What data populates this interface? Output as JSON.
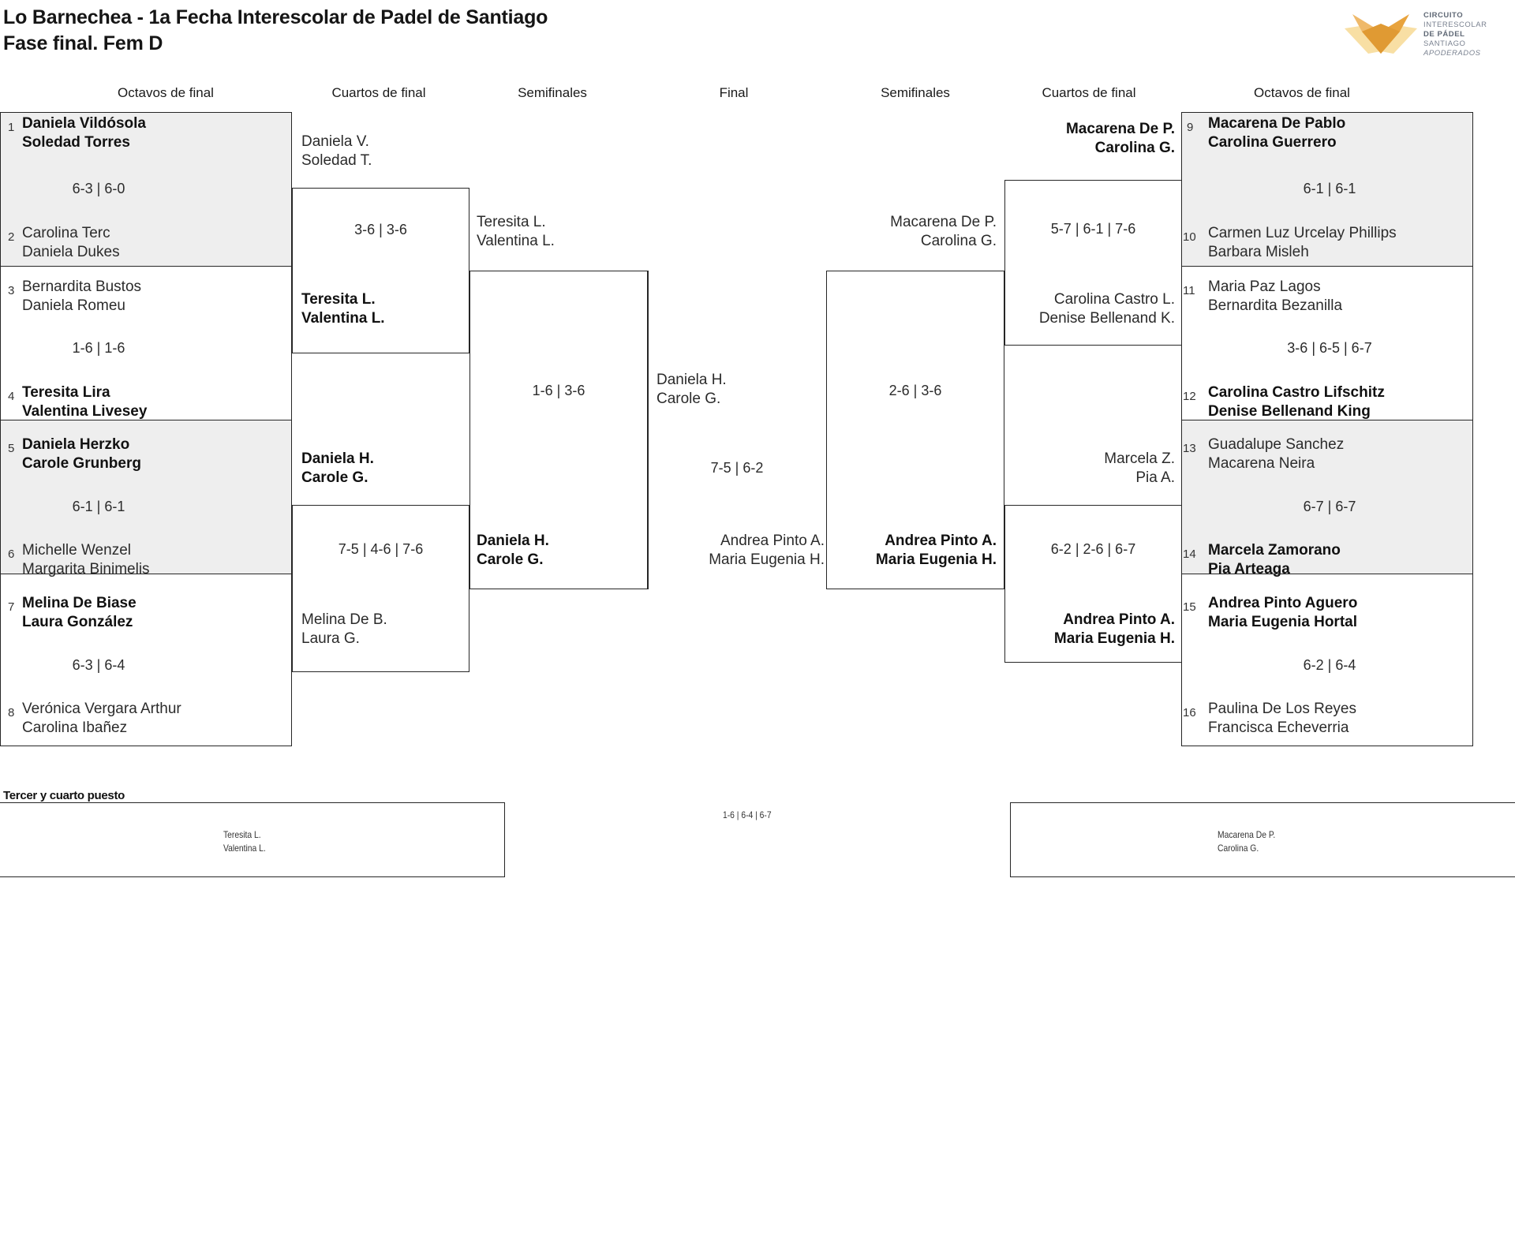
{
  "header": {
    "title_line1": "Lo Barnechea - 1a Fecha Interescolar de Padel de Santiago",
    "title_line2": "Fase final. Fem D",
    "logo": {
      "line1": "CIRCUITO",
      "line2": "INTERESCOLAR",
      "line3": "DE PÁDEL",
      "line4": "SANTIAGO",
      "line5": "APODERADOS",
      "mark_color_dark": "#e8a33d",
      "mark_color_mid": "#efb96a",
      "mark_color_light": "#f8dfa4"
    }
  },
  "colors": {
    "shade": "#eeeeee",
    "line": "#262626",
    "text": "#1a1a1a"
  },
  "rounds": {
    "left_r16": "Octavos de final",
    "left_qf": "Cuartos de final",
    "left_sf": "Semifinales",
    "final": "Final",
    "right_sf": "Semifinales",
    "right_qf": "Cuartos de final",
    "right_r16": "Octavos de final"
  },
  "left_r16": [
    {
      "seed": "1",
      "p1": "Daniela Vildósola",
      "p2": "Soledad Torres",
      "winner": true
    },
    {
      "seed": "2",
      "p1": "Carolina Terc",
      "p2": "Daniela Dukes",
      "winner": false
    },
    {
      "seed": "3",
      "p1": "Bernardita Bustos",
      "p2": "Daniela Romeu",
      "winner": false
    },
    {
      "seed": "4",
      "p1": "Teresita Lira",
      "p2": "Valentina Livesey",
      "winner": true
    },
    {
      "seed": "5",
      "p1": "Daniela Herzko",
      "p2": "Carole Grunberg",
      "winner": true
    },
    {
      "seed": "6",
      "p1": "Michelle Wenzel",
      "p2": "Margarita Binimelis",
      "winner": false
    },
    {
      "seed": "7",
      "p1": "Melina De Biase",
      "p2": "Laura González",
      "winner": true
    },
    {
      "seed": "8",
      "p1": "Verónica Vergara Arthur",
      "p2": "Carolina Ibañez",
      "winner": false
    }
  ],
  "left_r16_scores": [
    "6-3 | 6-0",
    "1-6 | 1-6",
    "6-1 | 6-1",
    "6-3 | 6-4"
  ],
  "left_qf": [
    {
      "p1": "Daniela V.",
      "p2": "Soledad T.",
      "winner": false
    },
    {
      "p1": "Teresita L.",
      "p2": "Valentina L.",
      "winner": true
    },
    {
      "p1": "Daniela H.",
      "p2": "Carole G.",
      "winner": true
    },
    {
      "p1": "Melina De B.",
      "p2": "Laura G.",
      "winner": false
    }
  ],
  "left_qf_scores": [
    "3-6 | 3-6",
    "7-5 | 4-6 | 7-6"
  ],
  "left_sf": [
    {
      "p1": "Teresita L.",
      "p2": "Valentina L.",
      "winner": false
    },
    {
      "p1": "Daniela H.",
      "p2": "Carole G.",
      "winner": true
    }
  ],
  "left_sf_score": "1-6 | 3-6",
  "final": {
    "left_team": {
      "p1": "Daniela H.",
      "p2": "Carole G."
    },
    "right_team": {
      "p1": "Andrea Pinto A.",
      "p2": "Maria Eugenia H."
    },
    "score": "7-5 | 6-2"
  },
  "right_sf": [
    {
      "p1": "Macarena De P.",
      "p2": "Carolina G.",
      "winner": false
    },
    {
      "p1": "Andrea Pinto A.",
      "p2": "Maria Eugenia H.",
      "winner": true
    }
  ],
  "right_sf_score": "2-6 | 3-6",
  "right_qf": [
    {
      "p1": "Macarena De P.",
      "p2": "Carolina G.",
      "winner": true
    },
    {
      "p1": "Carolina Castro L.",
      "p2": "Denise Bellenand K.",
      "winner": false
    },
    {
      "p1": "Marcela Z.",
      "p2": "Pia A.",
      "winner": false
    },
    {
      "p1": "Andrea Pinto A.",
      "p2": "Maria Eugenia H.",
      "winner": true
    }
  ],
  "right_qf_scores": [
    "5-7 | 6-1 | 7-6",
    "6-2 | 2-6 | 6-7"
  ],
  "right_r16": [
    {
      "seed": "9",
      "p1": "Macarena De Pablo",
      "p2": "Carolina Guerrero",
      "winner": true
    },
    {
      "seed": "10",
      "p1": "Carmen Luz Urcelay Phillips",
      "p2": "Barbara Misleh",
      "winner": false
    },
    {
      "seed": "11",
      "p1": "Maria Paz Lagos",
      "p2": "Bernardita Bezanilla",
      "winner": false
    },
    {
      "seed": "12",
      "p1": "Carolina Castro Lifschitz",
      "p2": "Denise Bellenand King",
      "winner": true
    },
    {
      "seed": "13",
      "p1": "Guadalupe Sanchez",
      "p2": "Macarena Neira",
      "winner": false
    },
    {
      "seed": "14",
      "p1": "Marcela Zamorano",
      "p2": "Pia Arteaga",
      "winner": true
    },
    {
      "seed": "15",
      "p1": "Andrea Pinto Aguero",
      "p2": "Maria Eugenia Hortal",
      "winner": true
    },
    {
      "seed": "16",
      "p1": "Paulina De Los Reyes",
      "p2": "Francisca Echeverria",
      "winner": false
    }
  ],
  "right_r16_scores": [
    "6-1 | 6-1",
    "3-6 | 6-5 | 6-7",
    "6-7 | 6-7",
    "6-2 | 6-4"
  ],
  "third_place": {
    "title": "Tercer y cuarto puesto",
    "left_team": {
      "p1": "Teresita L.",
      "p2": "Valentina L."
    },
    "right_team": {
      "p1": "Macarena De P.",
      "p2": "Carolina G."
    },
    "score": "1-6 | 6-4 | 6-7"
  }
}
